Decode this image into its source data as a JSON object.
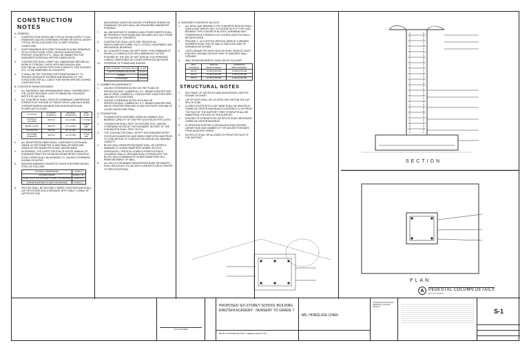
{
  "sheet": {
    "title": "CONSTRUCTION NOTES",
    "structural_title": "STRUCTURAL NOTES"
  },
  "col1": {
    "general": "A. GENERAL",
    "items_a": [
      {
        "n": "1.",
        "t": "CONSTRUCTION NOTES AND TYPICAL DETAILS APPLY TO ALL DRAWINGS UNLESS OTHERWISE SHOWN OR NOTED. MODIFY TYPICAL DETAILS AS DIRECTED TO MEET SPECIAL CONDITIONS."
      },
      {
        "n": "2.",
        "t": "SHOP DRAWINGS WITH ERECTION AND PLACING DRAWINGS OF ALL STRUCTURAL STEEL, MISCELLANEOUS IRON, PRECAST CONCRETE ETC. SHALL BE SUBMITTED FOR ENGINEER'S APPROVAL BEFORE FABRICATION."
      },
      {
        "n": "3.",
        "t": "CONTRACTOR SHALL VERIFY ALL DIMENSIONS BEFORE ALL WORK IS TO BEGIN. CHECK WITH MECHANICAL AND ELECTRICAL CONTRACTORS FOR CONDUITS, PIPE SLEEVES, ETC. TO BE EMBEDDED IN CONCRETE."
      },
      {
        "n": "4.",
        "t": "IT SHALL BE THE CONTRACTOR'S RESPONSIBILITY TO PROVIDE ADEQUATE SHORING AND BRACING OF THE STRUCTURE FOR ALL LOADS THAT MAYBE IMPOSED DURING CONSTRUCTION."
      }
    ],
    "concrete": "B. CONCRETE REINFORCEMENT",
    "items_b": [
      {
        "n": "1.",
        "t": "ALL MATERIALS AND WORKMANSHIP SHALL CONFIRM WITH THE LATEST BUILDING CODE OF AMERICAN CONCRETE INSTITUTE (ACI-318)."
      },
      {
        "n": "2.",
        "t": "ALL CONCRETE SHALL DEVELOP A MINIMUM COMPRESSIVE STRENGTH AT THE END OF TWENTY-EIGHT (28) DAYS WHEN CORRESPONDING MAXIMUM SIZE AGGREGATES AND SLUMPS AS FOLLOWS:"
      }
    ],
    "table1_head": [
      "LOCATION",
      "FC 28 DAY STRENGTH",
      "MAX SIZE AGGREGATE",
      "MAX SLUMP"
    ],
    "table1_rows": [
      [
        "FOOTINGS, COLUMNS",
        "4000 PSI",
        "3/4\" (20 MM)",
        "3\" (75 MM)"
      ],
      [
        "BEAMS, SLABS",
        "4000 PSI",
        "3/4\" (20 MM)",
        "4\" (100 MM)"
      ],
      [
        "FOUNDATION",
        "3000 PSI",
        "3/4\" (20 MM)",
        "3\" (75 MM)"
      ],
      [
        "ALL OTHER CONCRETE",
        "3000 PSI",
        "3/4\" (20 MM)",
        "4\" (100 MM)"
      ]
    ],
    "items_b2": [
      {
        "n": "3.",
        "t": "ALL REINFORCING BARS SHALL CONFORM TO ASTM A615 GRADE 40 FOR DIAMETER 10 AND SMALLER BARS AND GRADE 60 FOR DIAMETER 16 AND LARGER BARS."
      },
      {
        "n": "4.",
        "t": "IN GENERAL, THE LATEST EDITION OF ACI315, MANUAL OF STANDARD PRACTICE DETAILING REINFORCED CONCRETE STRUCTURES SHALL BE ADHERED TO, UNLESS OTHERWISE SHOWN OR NOTED."
      },
      {
        "n": "5.",
        "t": "MAINTAIN MINIMUM CONCRETE COVER FOR REINFORCING STEEL AS FOLLOWS:"
      }
    ],
    "table2_rows": [
      [
        "FOOTINGS, GRADE BEAMS",
        "75 MM (3\")"
      ],
      [
        "COLUMNS, BEAMS",
        "40 MM (1 1/2\")"
      ],
      [
        "SLABS, WALLS NOT EXPOSED TO EARTH OR WEATHER",
        "20 MM (3/4\")"
      ],
      [
        "CONCRETE EXPOSED TO EARTH OR WEATHER",
        "50 MM (2\")"
      ]
    ],
    "items_b3": [
      {
        "n": "6.",
        "t": "SPLICES SHALL BE SECURELY WIRED TOGETHER AND SHALL LAP OR EXTEND IN ACCORDANCE WITH TABLE 1 (TABLE OF LAP SPLICE AND"
      }
    ]
  },
  "col2": {
    "items_top": [
      {
        "n": "",
        "t": "ANCHORAGE LENGTHS) UNLESS OTHERWISE SHOWN ON DRAWINGS. SPLICES SHALL BE STAGGERED WHENEVER POSSIBLE."
      },
      {
        "n": "7.",
        "t": "ALL ANCHOR BOLTS, DOWELS, AND OTHER INSERTS SHALL BE PROPERLY POSITIONED AND SECURED IN PLACE PRIOR TO PLACING OF CONCRETE."
      },
      {
        "n": "8.",
        "t": "CONTRACTOR SHALL NOTE AND PROVIDE ALL MISCELLANEOUS CURBS, SILLS, STOOLS, EQUIPMENT, AND MECHANICAL BEARINGS."
      },
      {
        "n": "9.",
        "t": "ALL CONCRETE SHALL BE KEPT MOIST FOR A MINIMUM OF SEVEN (7) CONSECUTIVE DAYS IMMEDIATELY AFTER POURING BY THE USE OF WET BURLAP, FOG SPRAYING, CURING COMPOUNDS OR OTHER APPROVED METHODS."
      },
      {
        "n": "10.",
        "t": "STRIPPING OF FORMS AND SHORES:"
      }
    ],
    "table3_rows": [
      [
        "SIDES OF BEAMS, COLUMNS, WALLS",
        "24 HRS"
      ],
      [
        "SOFFITS OF BEAMS AND SLABS",
        "14 DAYS"
      ],
      [
        "SHORES",
        "21 DAYS"
      ],
      [
        "CANTILEVERS",
        "28 DAYS"
      ]
    ],
    "camber": "C. CAMBER REQUIREMENTS",
    "items_c": [
      {
        "n": "1.",
        "t": "UNLESS OTHERWISE NOTED ON THE PLANS OR SPECIFICATIONS, CAMBER ALL R.C. BEAMS 8 MM PER 3000 MM OF SPAN. CAMBER ALL CANTILEVERS 6 MM FOR EVERY 1000 MM OF CLEAR SPAN."
      },
      {
        "n": "2.",
        "t": "UNLESS OTHERWISE NOTED IN PLANS OR SPECIFICATIONS, CAMBER ALL R.C. BEAMS 8 MM PER 3000 MM OF SHORTER SPAN AND 16 MM FOR EVERY 3000 MM OF CLEAR CANTILEVER SPAN."
      }
    ],
    "foundation": "D. FOUNDATION",
    "items_d": [
      {
        "n": "1.",
        "t": "FOUNDATION IS DESIGNED USING ALLOWABLE SOIL BEARING CAPACITY OF 2000 PSF (100 KPA) AS PER CLIENT."
      },
      {
        "n": "2.",
        "t": "FOUNDATION SHALL REST ON NATURAL SOIL, UNLESS OTHERWISE NOTED BY THE ENGINEER. NO PART OF THE FOUNDATION SHALL REST ON FILL."
      },
      {
        "n": "3.",
        "t": "THE CONTRACTOR SHALL NOTIFY THE ENGINEER AFTER FOOTING EXCAVATION HAVE BEEN COMPLETED AND PRIOR TO CONCRETING TO CONFIRM THE DESIGN SOIL BEARING CAPACITY."
      },
      {
        "n": "4.",
        "t": "BLOCK WALL REINFORCING BARS SHALL BY LAPPED A MINIMUM OF 30 BAR DIAMETERS WHERE SPLICED. HORIZONTAL / VERTICAL DOWELS FROM FOOTINGS, COLUMNS / WALLS OR SLABS SHALL EXTEND INTO THE BLOCK WALL A MINIMUM OF 30 BAR DIAMETERS OR A REINFORCEMENT OF WALL."
      },
      {
        "n": "5.",
        "t": "ALL CELLS CONTAINING REINFORCING BARS OR INSERTS SHALL BE SOLIDLY FILLED WITH CONCRETE GROUT (REFER TO SPECIFICATIONS)."
      }
    ]
  },
  "col3": {
    "masonry": "E. MASONRY CONCRETE BLOCKS",
    "items_e": [
      {
        "n": "1.",
        "t": "ALL NON-LOAD BEARING TYPE CONCRETE BLOCKS SHALL HAVE A UNIT WEIGHT NOT TO EXCEED 60 PCF. FOR LOAD BEARING TYPE CONCRETE BLOCKS, A MINIMUM UNIT COMPRESSIVE STRENGTH OF 6.28 MPA (1000 PSI) SHALL BE DEVELOPED."
      },
      {
        "n": "2.",
        "t": "PROVIDE 1 - #3 16 EXTRA VERTICAL BARS AT CORNERS, INTERSECTIONS, END OF WALLS, AND EACH SIDE OF OPENINGS AS SHOWN."
      },
      {
        "n": "3.",
        "t": "LINTEL BEAMS OR LINTEL BLOCKS SHALL BEAR AT LEAST 8 INCHES (200 MM) ON EACH SIDE OF MASONRY WALL OPENING."
      },
      {
        "n": "4.",
        "t": "WALL REINFORCEMENTS SHALL BE AS FOLLOWS:"
      }
    ],
    "table4_head": [
      "WALL THICKNESS",
      "VERTICAL REINFORCEMENT",
      "HORIZONTAL REINFORCEMENT"
    ],
    "table4_rows": [
      [
        "100 (4\")",
        "10 MM @ 800 MM",
        "10 MM @ 600 MM"
      ],
      [
        "150 (6\")",
        "10 MM @ 600 MM",
        "10 MM @ 600 MM"
      ],
      [
        "200 (8\")",
        "12 MM @ 600 MM",
        "10 MM @ 600 MM"
      ]
    ],
    "items_s": [
      {
        "n": "1.",
        "t": "SEE TABLE OF LAP SPLICE AND ANCHORAGE LENGTHS SHOWN ON SHEET."
      },
      {
        "n": "2.",
        "t": "LAP SPLICES SHALL BE LOCATED ONLY WITHIN THE LAP SPLICE ZONE."
      },
      {
        "n": "3.",
        "t": "CLOSED HOOPS WITH A 135° BEND SHALL BE SPACED AT 100MM ON CENTER MAXIMUM AT A DISTANCE TO 2H FROM THE FACE OF THE SUPPORT. FIRST STIRRUP SHALL BE 50MM FROM THE FACE OF THE SUPPORT."
      },
      {
        "n": "4.",
        "t": "SPACING OF STIRRUPS ON LAP SPLICE SHALL BE SPACED 100MM ON CENTER MAXIMUM."
      },
      {
        "n": "5.",
        "t": "AT INTERIOR SUPPORT (CONTINUOUS END) PROVIDE LARGER SIZE AND NUMBER OF TOP AND BOTTOM BARS FROM ADJACENT SPANS."
      },
      {
        "n": "6.",
        "t": "NO SPLICE SHALL BE ALLOWED 2H FROM THE FACE OF THE SUPPORT."
      }
    ]
  },
  "drawings": {
    "section_title": "SECTION",
    "plan_title": "PLAN",
    "detail_letter": "A",
    "detail_title": "PEDESTAL COLUMN DETAILS",
    "detail_scale": "NOT TO SCALE"
  },
  "title_block": {
    "engineer_label": "CIVIL ENGINEER",
    "project_line1": "PROPOSED SIX-STOREY SCHOOL BUILDING",
    "project_line2": "EINSTEIN ACADEMY - NURSERY TO GRADE 7",
    "address": "Blk 03 Lot 08 Mangold Street, Talipapa Quezon City",
    "owner": "MS. HONGLIFEI CHEN",
    "sheet_contents": "CONSTRUCTION NOTES, PEDESTAL COLUMN DETAILS",
    "sheet_number": "S-1"
  }
}
